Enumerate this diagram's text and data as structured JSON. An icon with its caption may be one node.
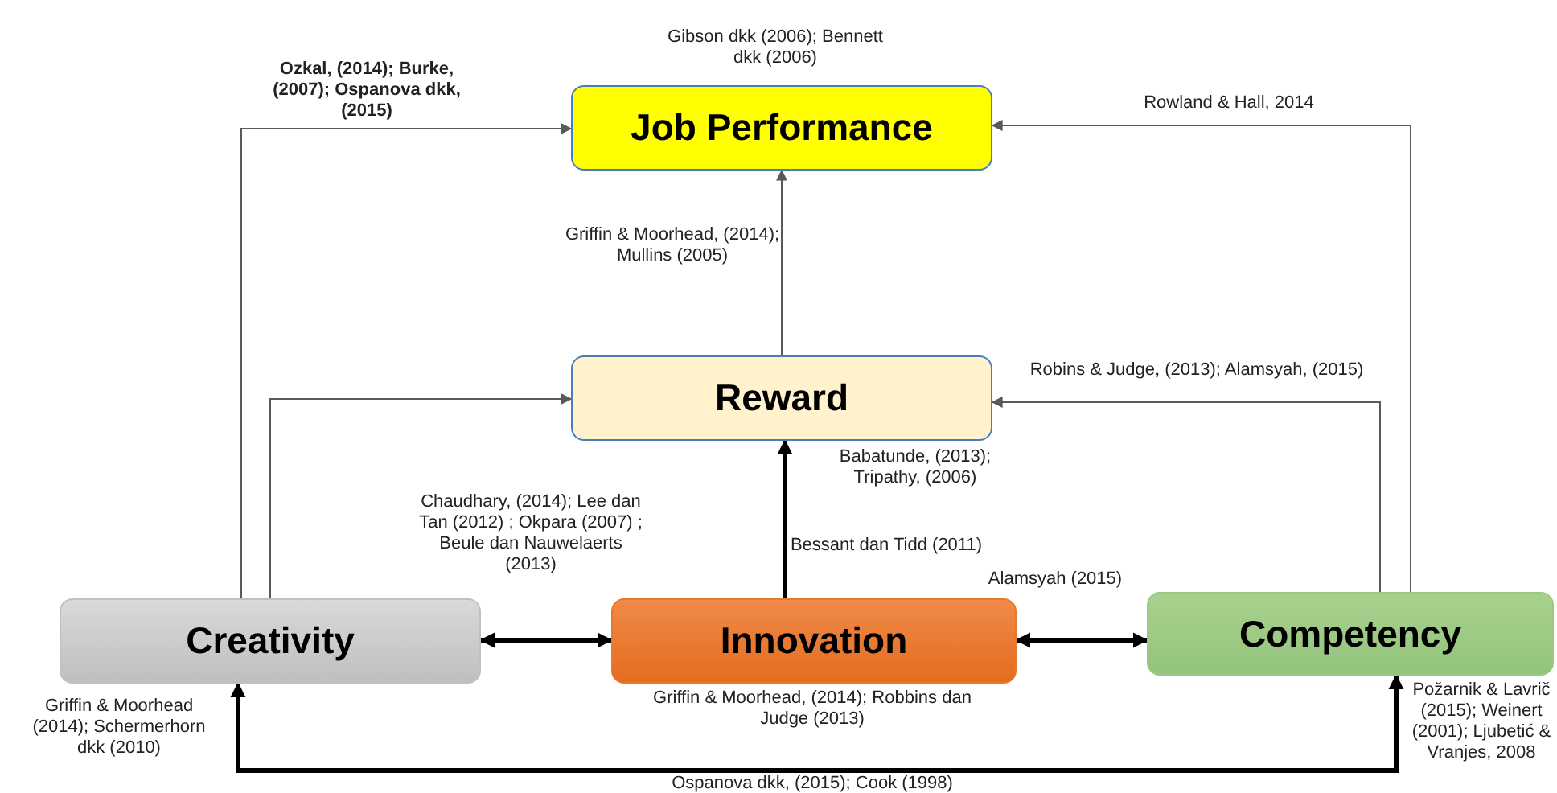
{
  "diagram": {
    "nodes": [
      {
        "text": [
          "Job Performance"
        ]
      },
      {
        "text": [
          "Reward"
        ]
      },
      {
        "text": [
          "Creativity"
        ]
      },
      {
        "text": [
          "Innovation"
        ]
      },
      {
        "text": [
          "Competency"
        ]
      }
    ],
    "edges": [
      {
        "from": 2,
        "to": 0,
        "arrow": "to"
      },
      {
        "from": 2,
        "to": 1,
        "arrow": "to"
      },
      {
        "from": 1,
        "to": 0,
        "arrow": "to"
      },
      {
        "from": 3,
        "to": 1,
        "arrow": "to",
        "style": "thick"
      },
      {
        "from": 2,
        "to": 3,
        "arrow": "both",
        "style": "thick"
      },
      {
        "from": 3,
        "to": 4,
        "arrow": "both",
        "style": "thick"
      },
      {
        "from": 4,
        "to": 0,
        "arrow": "to"
      },
      {
        "from": 4,
        "to": 1,
        "arrow": "to"
      },
      {
        "from": 4,
        "to": 2,
        "arrow": "both",
        "style": "thick"
      }
    ],
    "labels": [
      "Gibson dkk (2006); Bennett dkk (2006)",
      "Ozkal, (2014); Burke, (2007); Ospanova dkk, (2015)",
      "Rowland & Hall, 2014",
      "Griffin & Moorhead, (2014); Mullins (2005)",
      "Robins & Judge, (2013); Alamsyah, (2015)",
      "Babatunde, (2013); Tripathy, (2006)",
      "Chaudhary, (2014); Lee dan Tan (2012) ; Okpara (2007) ; Beule dan Nauwelaerts (2013)",
      "Bessant dan Tidd (2011)",
      "Alamsyah (2015)",
      "Griffin & Moorhead (2014); Schermerhorn dkk (2010)",
      "Griffin & Moorhead, (2014); Robbins dan Judge (2013)",
      "Požarnik & Lavrič (2015); Weinert (2001); Ljubetić & Vranjes, 2008",
      "Ospanova dkk, (2015); Cook (1998)"
    ]
  }
}
